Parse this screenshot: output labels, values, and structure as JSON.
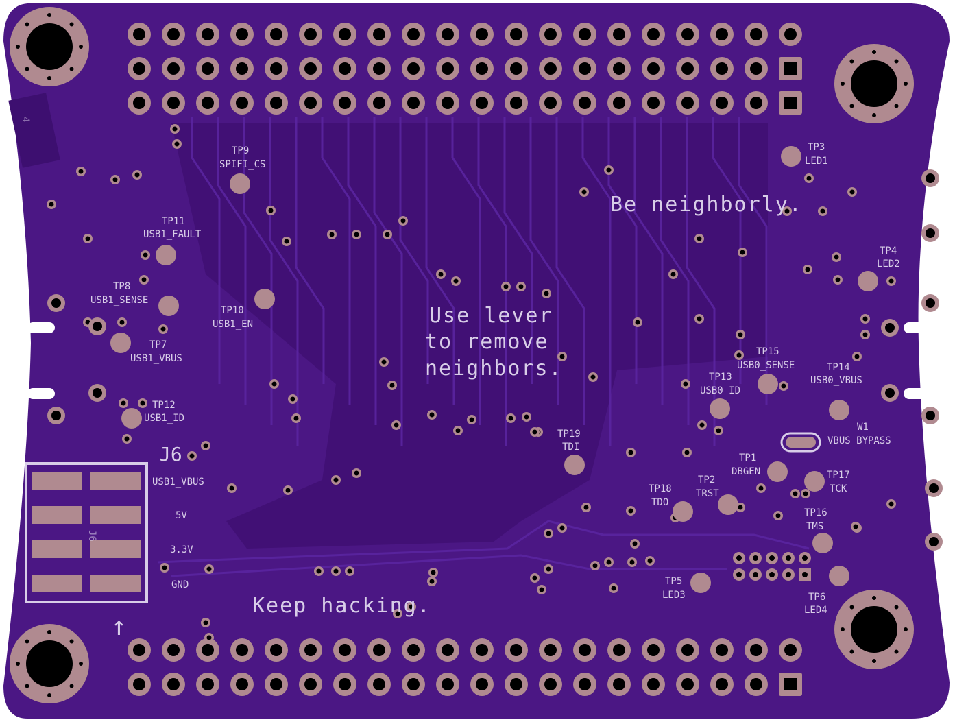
{
  "board": {
    "colors": {
      "substrate": "#4b1784",
      "copper_pour": "#3d0f70",
      "trace": "#5a25a0",
      "pad": "#b08a90",
      "drill": "#000000",
      "silkscreen": "#d8cde8"
    }
  },
  "messages": {
    "neighborly": "Be neighborly.",
    "lever_line1": "Use lever",
    "lever_line2": "to remove",
    "lever_line3": "neighbors.",
    "hacking": "Keep hacking."
  },
  "connector_j6": {
    "ref": "J6",
    "ref_mirrored": "J6",
    "labels": [
      "USB1_VBUS",
      "5V",
      "3.3V",
      "GND"
    ],
    "arrow": "↑"
  },
  "side_mark": "4",
  "test_points": [
    {
      "ref": "TP9",
      "net": "SPIFI_CS"
    },
    {
      "ref": "TP11",
      "net": "USB1_FAULT"
    },
    {
      "ref": "TP8",
      "net": "USB1_SENSE"
    },
    {
      "ref": "TP10",
      "net": "USB1_EN"
    },
    {
      "ref": "TP7",
      "net": "USB1_VBUS"
    },
    {
      "ref": "TP12",
      "net": "USB1_ID"
    },
    {
      "ref": "TP3",
      "net": "LED1"
    },
    {
      "ref": "TP4",
      "net": "LED2"
    },
    {
      "ref": "TP15",
      "net": "USB0_SENSE"
    },
    {
      "ref": "TP14",
      "net": "USB0_VBUS"
    },
    {
      "ref": "TP13",
      "net": "USB0_ID"
    },
    {
      "ref": "W1",
      "net": "VBUS_BYPASS"
    },
    {
      "ref": "TP19",
      "net": "TDI"
    },
    {
      "ref": "TP1",
      "net": "DBGEN"
    },
    {
      "ref": "TP17",
      "net": "TCK"
    },
    {
      "ref": "TP2",
      "net": "TRST"
    },
    {
      "ref": "TP18",
      "net": "TDO"
    },
    {
      "ref": "TP16",
      "net": "TMS"
    },
    {
      "ref": "TP5",
      "net": "LED3"
    },
    {
      "ref": "TP6",
      "net": "LED4"
    }
  ]
}
